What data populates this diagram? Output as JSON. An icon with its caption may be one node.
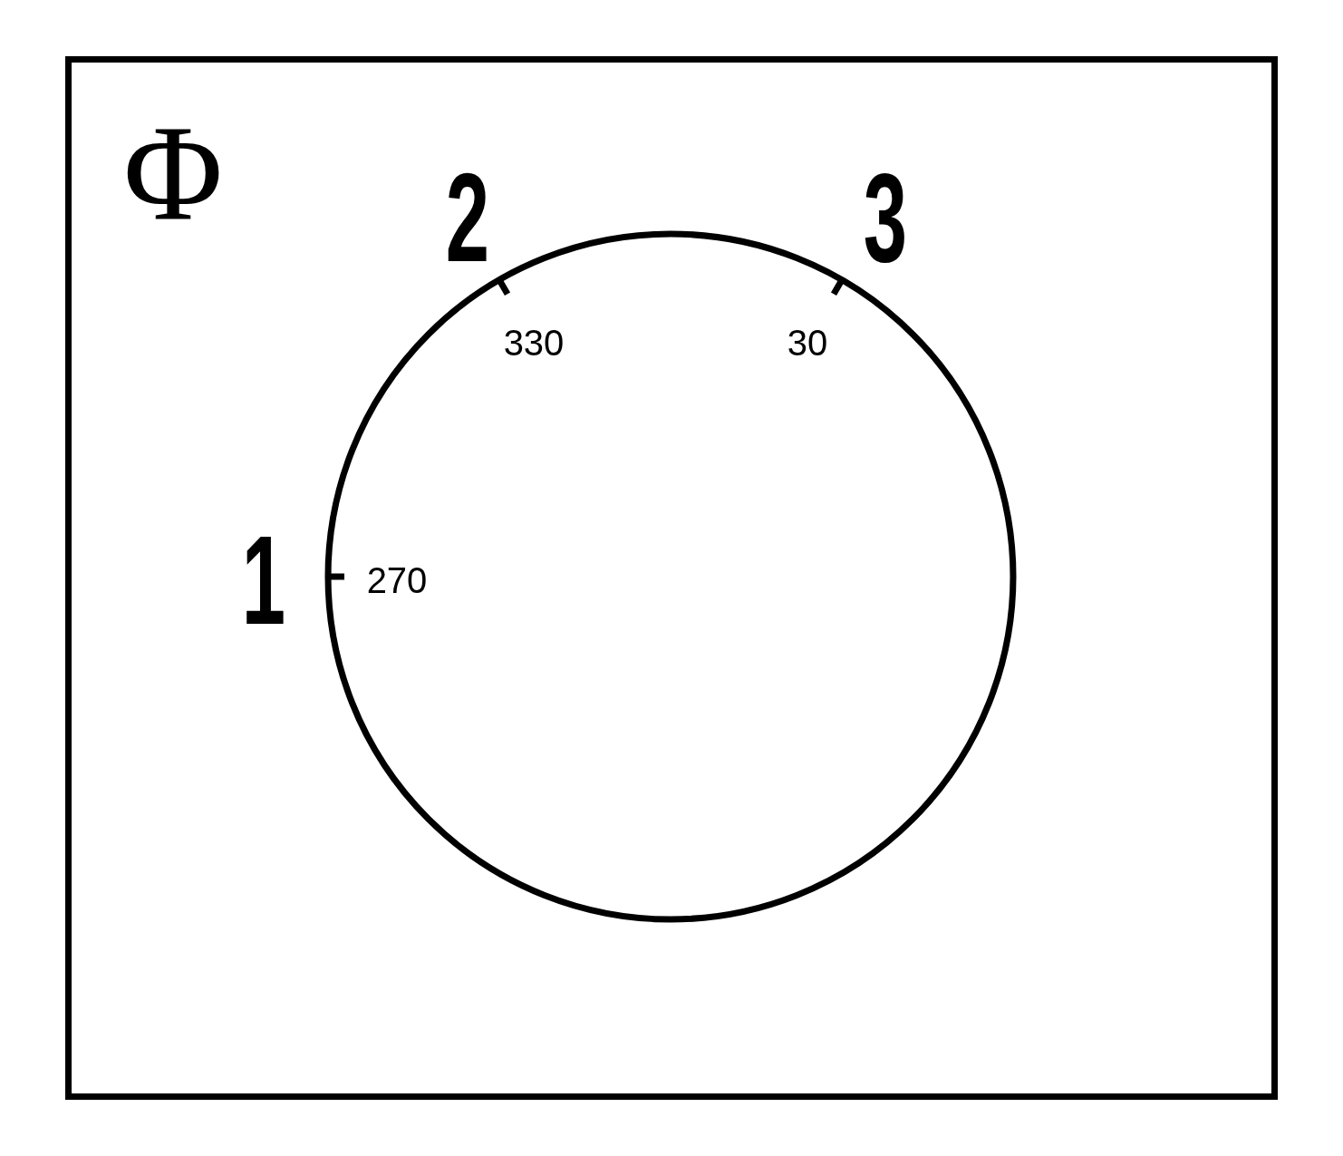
{
  "diagram": {
    "labels": [
      "Φ",
      "2",
      "3",
      "330",
      "30",
      "1",
      "270"
    ]
  }
}
